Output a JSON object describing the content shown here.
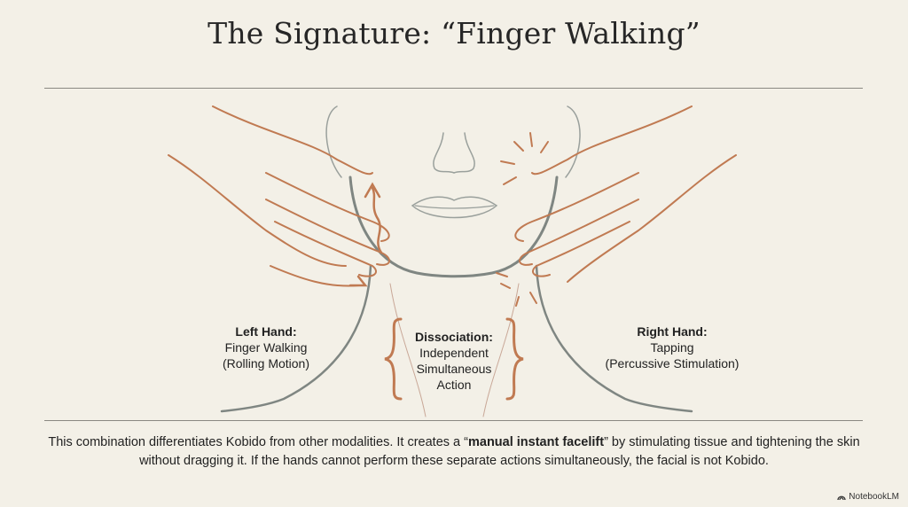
{
  "title": "The Signature: “Finger Walking”",
  "labels": {
    "left": {
      "heading": "Left Hand:",
      "line1": "Finger Walking",
      "line2": "(Rolling Motion)"
    },
    "center": {
      "heading": "Dissociation:",
      "line1": "Independent",
      "line2": "Simultaneous",
      "line3": "Action"
    },
    "right": {
      "heading": "Right Hand:",
      "line1": "Tapping",
      "line2": "(Percussive Stimulation)"
    }
  },
  "paragraph": {
    "before": "This combination differentiates Kobido from other modalities. It creates a “",
    "bold": "manual instant facelift",
    "after": "” by stimulating tissue and tightening the skin without dragging it. If the hands cannot perform these separate actions simultaneously, the facial is not Kobido."
  },
  "brand": "NotebookLM",
  "colors": {
    "accent": "#c07a52",
    "line": "#7f8682",
    "background": "#f3f0e7"
  }
}
